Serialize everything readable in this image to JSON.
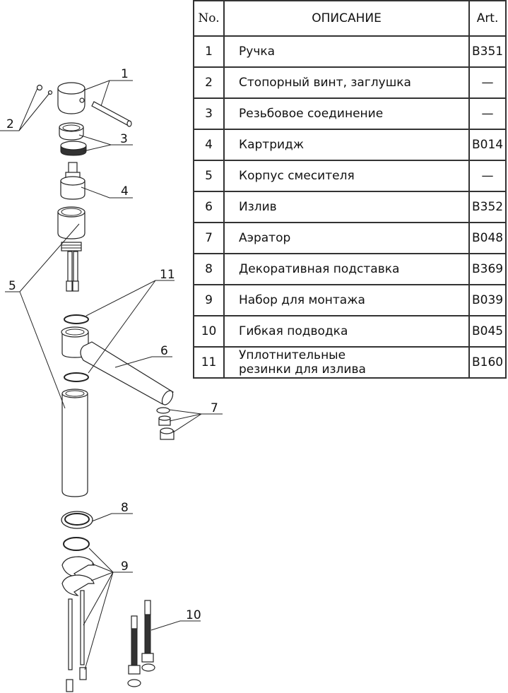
{
  "table": {
    "headers": {
      "no": "No.",
      "description": "ОПИСАНИЕ",
      "art": "Art."
    },
    "rows": [
      {
        "no": "1",
        "description": "Ручка",
        "art": "B351"
      },
      {
        "no": "2",
        "description": "Стопорный винт, заглушка",
        "art": "—"
      },
      {
        "no": "3",
        "description": "Резьбовое соединение",
        "art": "—"
      },
      {
        "no": "4",
        "description": "Картридж",
        "art": "B014"
      },
      {
        "no": "5",
        "description": "Корпус смесителя",
        "art": "—"
      },
      {
        "no": "6",
        "description": "Излив",
        "art": "B352"
      },
      {
        "no": "7",
        "description": "Аэратор",
        "art": "B048"
      },
      {
        "no": "8",
        "description": "Декоративная подставка",
        "art": "B369"
      },
      {
        "no": "9",
        "description": "Набор для монтажа",
        "art": "B039"
      },
      {
        "no": "10",
        "description": "Гибкая подводка",
        "art": "B045"
      },
      {
        "no": "11",
        "description": "Уплотнительные резинки для излива",
        "art": "B160"
      }
    ]
  },
  "callouts": [
    "1",
    "2",
    "3",
    "4",
    "5",
    "6",
    "7",
    "8",
    "9",
    "10",
    "11"
  ]
}
